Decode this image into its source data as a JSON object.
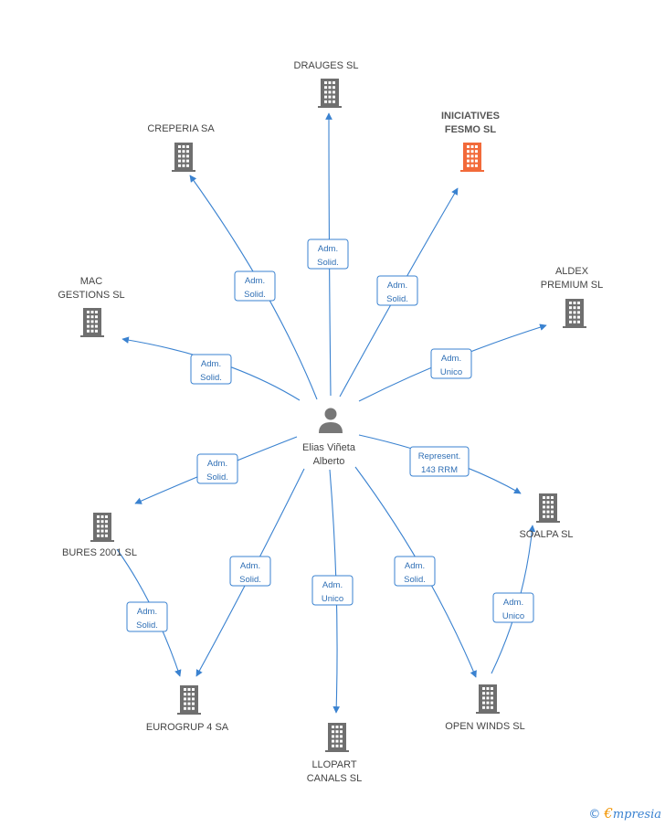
{
  "center": {
    "name_line1": "Elias Viñeta",
    "name_line2": "Alberto"
  },
  "nodes": {
    "drauges": {
      "name": [
        "DRAUGES SL"
      ]
    },
    "creperia": {
      "name": [
        "CREPERIA SA"
      ]
    },
    "iniciatives": {
      "name": [
        "INICIATIVES",
        "FESMO SL"
      ],
      "highlight": true
    },
    "mac": {
      "name": [
        "MAC",
        "GESTIONS SL"
      ]
    },
    "aldex": {
      "name": [
        "ALDEX",
        "PREMIUM SL"
      ]
    },
    "bures": {
      "name": [
        "BURES 2001 SL"
      ]
    },
    "soalpa": {
      "name": [
        "SOALPA SL"
      ]
    },
    "eurogrup": {
      "name": [
        "EUROGRUP 4 SA"
      ]
    },
    "llopart": {
      "name": [
        "LLOPART",
        "CANALS SL"
      ]
    },
    "openwinds": {
      "name": [
        "OPEN WINDS SL"
      ]
    }
  },
  "edges": {
    "drauges": [
      "Adm.",
      "Solid."
    ],
    "creperia": [
      "Adm.",
      "Solid."
    ],
    "iniciatives": [
      "Adm.",
      "Solid."
    ],
    "mac": [
      "Adm.",
      "Solid."
    ],
    "aldex": [
      "Adm.",
      "Unico"
    ],
    "bures": [
      "Adm.",
      "Solid."
    ],
    "soalpa": [
      "Represent.",
      "143 RRM"
    ],
    "eurogrup": [
      "Adm.",
      "Solid."
    ],
    "llopart": [
      "Adm.",
      "Unico"
    ],
    "openwinds": [
      "Adm.",
      "Solid."
    ],
    "bures_eurogrup": [
      "Adm.",
      "Solid."
    ],
    "openwinds_soalpa": [
      "Adm.",
      "Unico"
    ]
  },
  "colors": {
    "building": "#6f6f6f",
    "building_highlight": "#f26a3a",
    "person": "#777777",
    "edge": "#3a82d0"
  },
  "icons": {
    "building": "building-icon",
    "person": "person-icon"
  },
  "brand": {
    "copyright": "©",
    "e": "€",
    "rest": "mpresia"
  }
}
